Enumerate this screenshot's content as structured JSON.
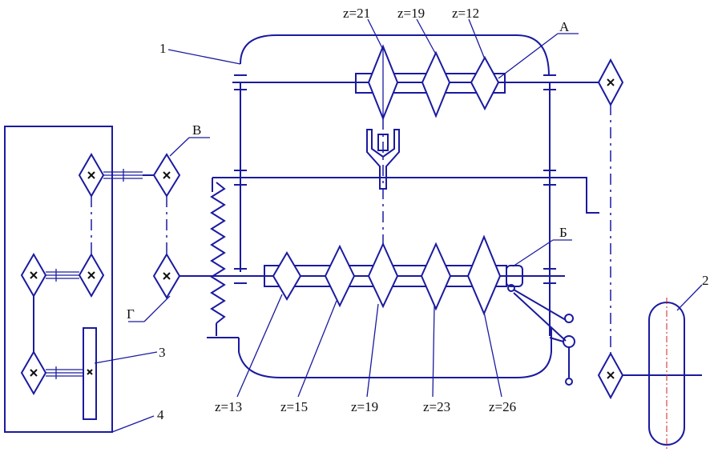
{
  "labels": {
    "l1": "1",
    "l2": "2",
    "l3": "3",
    "l4": "4",
    "lA": "А",
    "lB": "Б",
    "lV": "В",
    "lG": "Г"
  },
  "teeth": {
    "top": [
      "z=21",
      "z=19",
      "z=12"
    ],
    "bottom": [
      "z=13",
      "z=15",
      "z=19",
      "z=23",
      "z=26"
    ]
  },
  "colors": {
    "line": "#1a1aa0",
    "text": "#111111",
    "axis": "#d02020"
  }
}
